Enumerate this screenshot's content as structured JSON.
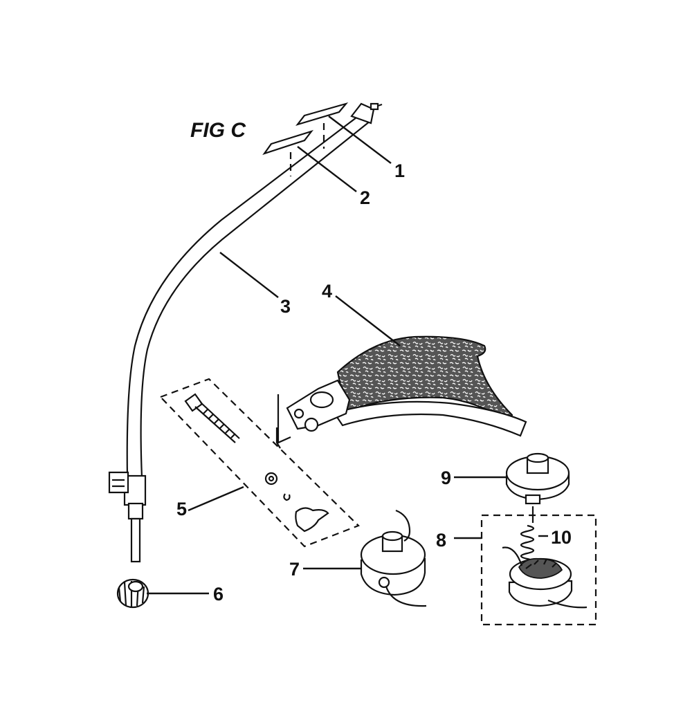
{
  "figure": {
    "title": "FIG C"
  },
  "callouts": [
    {
      "id": "1",
      "label": "1"
    },
    {
      "id": "2",
      "label": "2"
    },
    {
      "id": "3",
      "label": "3"
    },
    {
      "id": "4",
      "label": "4"
    },
    {
      "id": "5",
      "label": "5"
    },
    {
      "id": "6",
      "label": "6"
    },
    {
      "id": "7",
      "label": "7"
    },
    {
      "id": "8",
      "label": "8"
    },
    {
      "id": "9",
      "label": "9"
    },
    {
      "id": "10",
      "label": "10"
    }
  ],
  "colors": {
    "ink": "#111111",
    "background": "#ffffff"
  }
}
